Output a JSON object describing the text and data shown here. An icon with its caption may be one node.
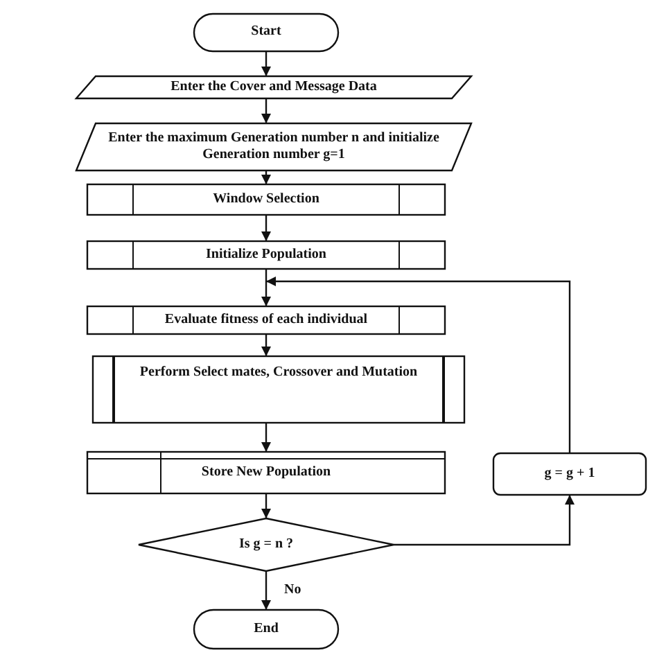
{
  "diagram": {
    "nodes": [
      {
        "text": [
          "Start"
        ]
      },
      {
        "text": [
          "Enter the Cover and Message Data"
        ]
      },
      {
        "text": [
          "Enter the maximum Generation number n and initialize Generation number g=1"
        ]
      },
      {
        "text": [
          "Window Selection"
        ]
      },
      {
        "text": [
          "Initialize Population"
        ]
      },
      {
        "text": [
          "Evaluate fitness of each individual"
        ]
      },
      {
        "text": [
          "Perform Select mates, Crossover and Mutation"
        ]
      },
      {
        "text": [
          "Store New Population"
        ]
      },
      {
        "text": [
          "g = g + 1"
        ]
      },
      {
        "text": [
          "Is g = n ?"
        ]
      },
      {
        "text": [
          "End"
        ]
      }
    ],
    "edges": [
      {
        "from": 0,
        "to": 1,
        "arrow": "to"
      },
      {
        "from": 1,
        "to": 2,
        "arrow": "to"
      },
      {
        "from": 2,
        "to": 3,
        "arrow": "to"
      },
      {
        "from": 3,
        "to": 4,
        "arrow": "to"
      },
      {
        "from": 4,
        "to": 5,
        "arrow": "to"
      },
      {
        "from": 5,
        "to": 6,
        "arrow": "to"
      },
      {
        "from": 6,
        "to": 7,
        "arrow": "to"
      },
      {
        "from": 7,
        "to": 9,
        "arrow": "to"
      },
      {
        "from": 9,
        "to": 10,
        "arrow": "to",
        "label": "No"
      },
      {
        "from": 9,
        "to": 8,
        "arrow": "to"
      },
      {
        "from": 8,
        "to": 5,
        "arrow": "to"
      }
    ]
  }
}
